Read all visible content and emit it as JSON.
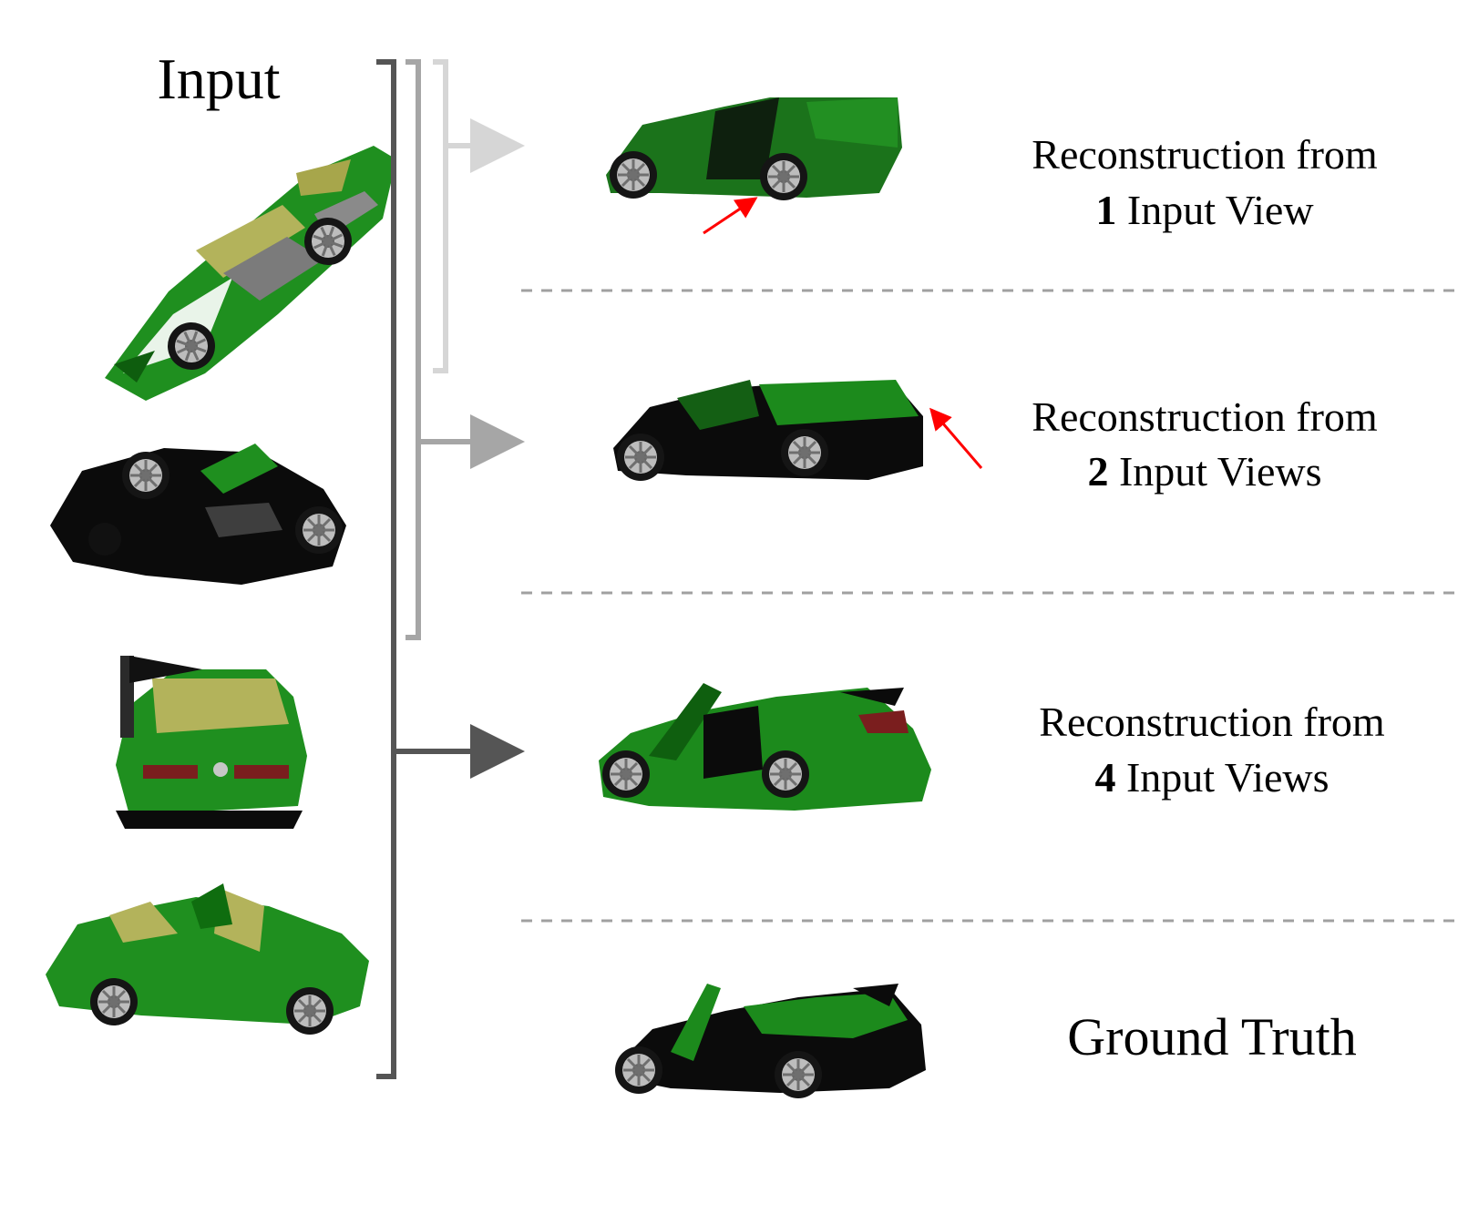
{
  "input_label": "Input",
  "rows": [
    {
      "line1": "Reconstruction from",
      "count": "1",
      "rest": " Input View"
    },
    {
      "line1": "Reconstruction from",
      "count": "2",
      "rest": " Input Views"
    },
    {
      "line1": "Reconstruction from",
      "count": "4",
      "rest": " Input Views"
    }
  ],
  "ground_truth_label": "Ground Truth",
  "colors": {
    "car_green": "#1f8f1f",
    "car_dark": "#0b0b0b",
    "bracket_dark": "#555555",
    "bracket_mid": "#a6a6a6",
    "bracket_light": "#d6d6d6",
    "annotation_arrow": "#ff0000",
    "divider": "#a0a0a0"
  }
}
